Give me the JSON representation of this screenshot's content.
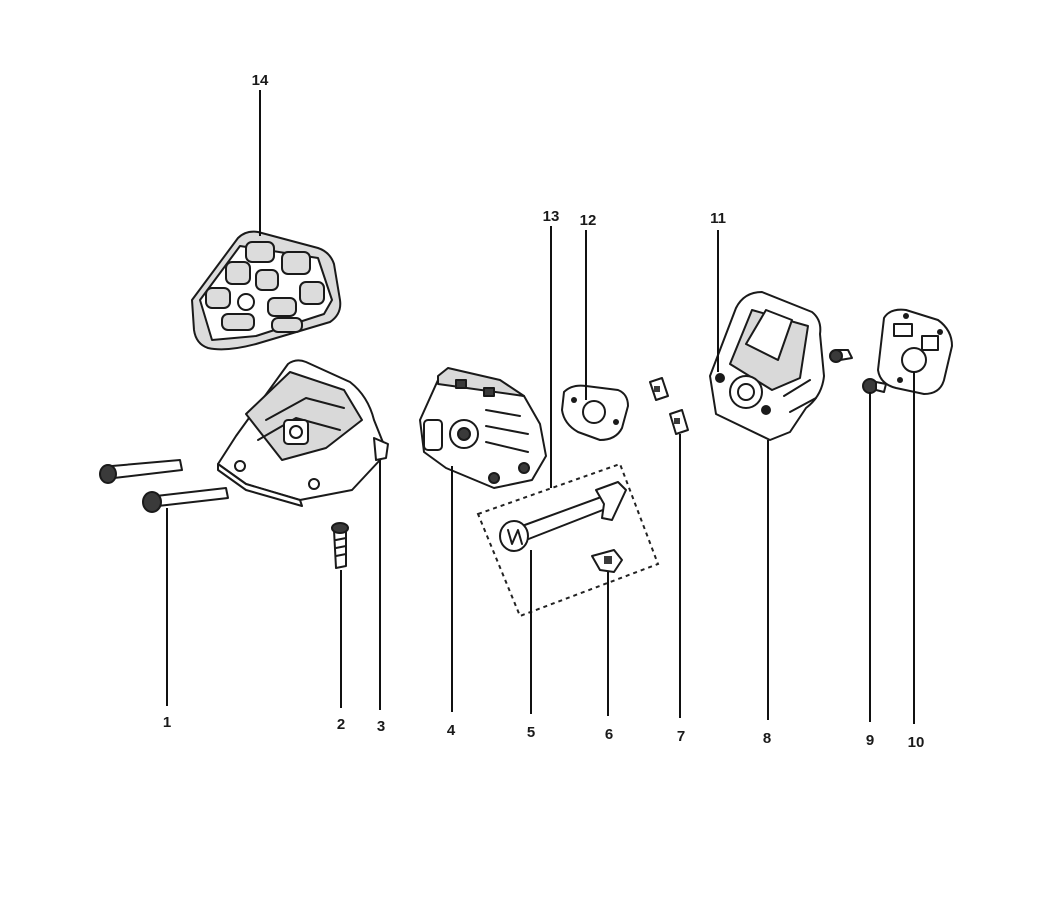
{
  "diagram": {
    "labels": {
      "p1": "1",
      "p2": "2",
      "p3": "3",
      "p4": "4",
      "p5": "5",
      "p6": "6",
      "p7": "7",
      "p8": "8",
      "p9": "9",
      "p10": "10",
      "p11": "11",
      "p12": "12",
      "p13": "13",
      "p14": "14"
    },
    "colors": {
      "line": "#1a1a1a",
      "fill": "#ffffff",
      "shade": "#d9d9d9"
    }
  }
}
